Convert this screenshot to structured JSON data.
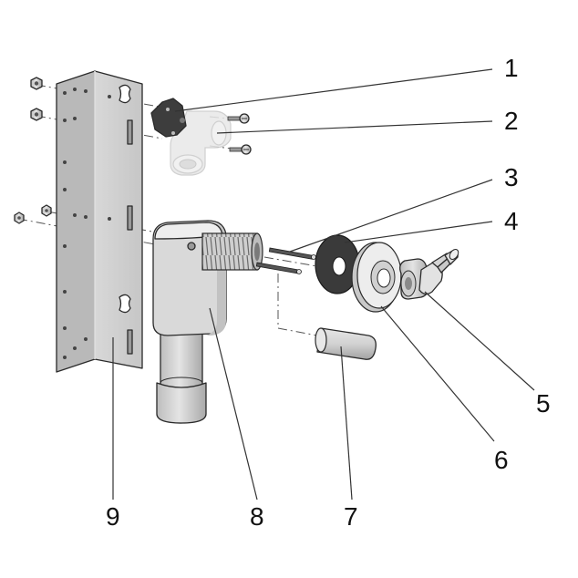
{
  "callouts": [
    "1",
    "2",
    "3",
    "4",
    "5",
    "6",
    "7",
    "8",
    "9"
  ],
  "colors": {
    "background": "#ffffff",
    "metal": "#d4d4d4",
    "metal_dark": "#a8a8a8",
    "gasket": "#3a3a3a",
    "line": "#2a2a2a",
    "ghost": "#e6e6e6"
  }
}
